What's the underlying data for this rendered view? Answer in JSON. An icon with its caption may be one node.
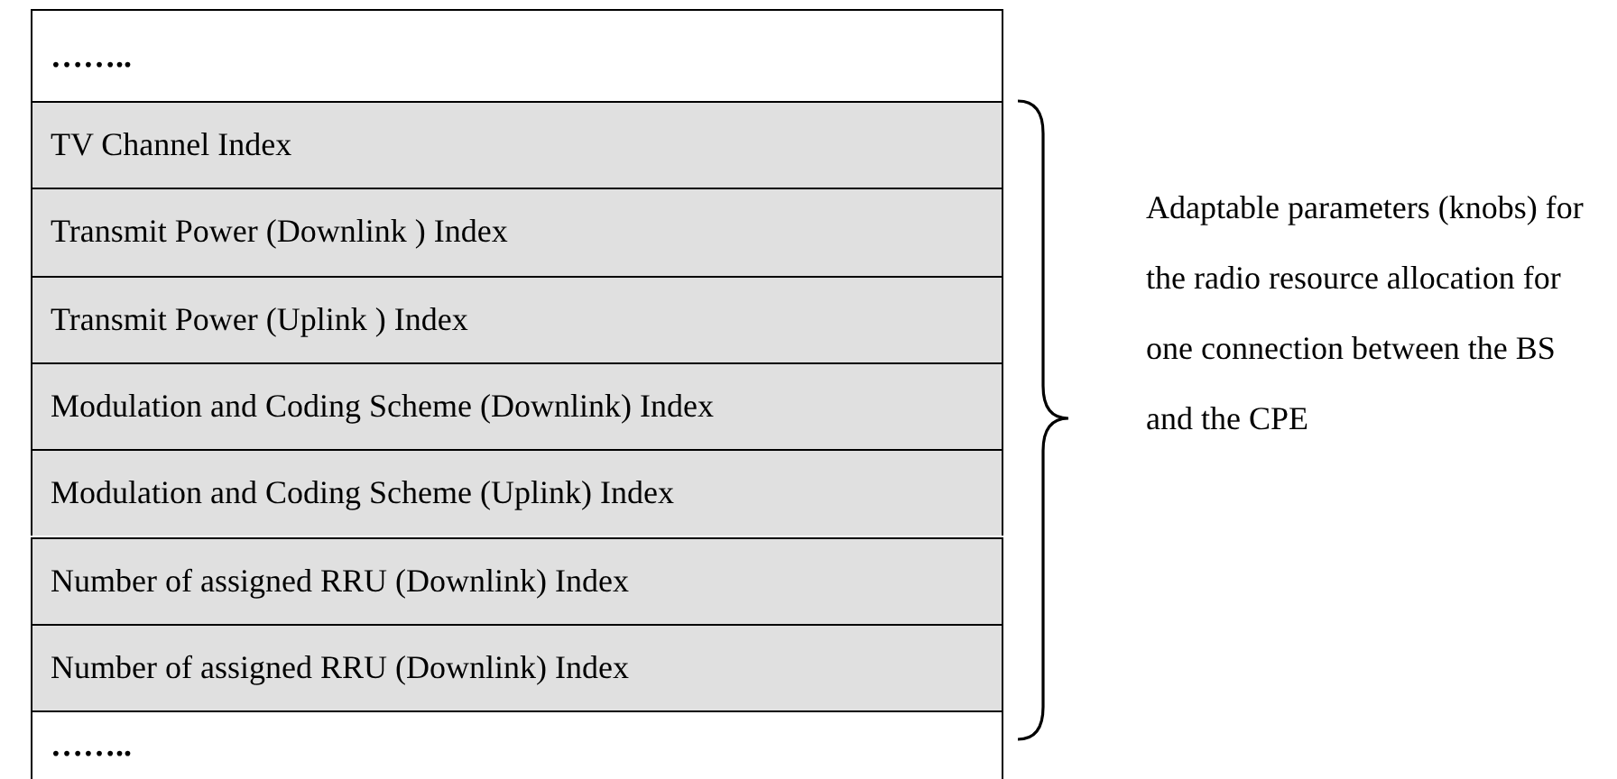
{
  "diagram": {
    "labels": [
      "……..",
      "TV Channel Index",
      "Transmit Power (Downlink ) Index",
      "Transmit Power (Uplink ) Index",
      "Modulation and Coding Scheme (Downlink) Index",
      "Modulation and Coding Scheme (Uplink) Index",
      "Number of assigned RRU (Downlink) Index",
      "Number of assigned RRU (Downlink) Index",
      "……..",
      "Adaptable parameters (knobs) for the radio resource allocation for one connection between the BS and the CPE"
    ]
  }
}
